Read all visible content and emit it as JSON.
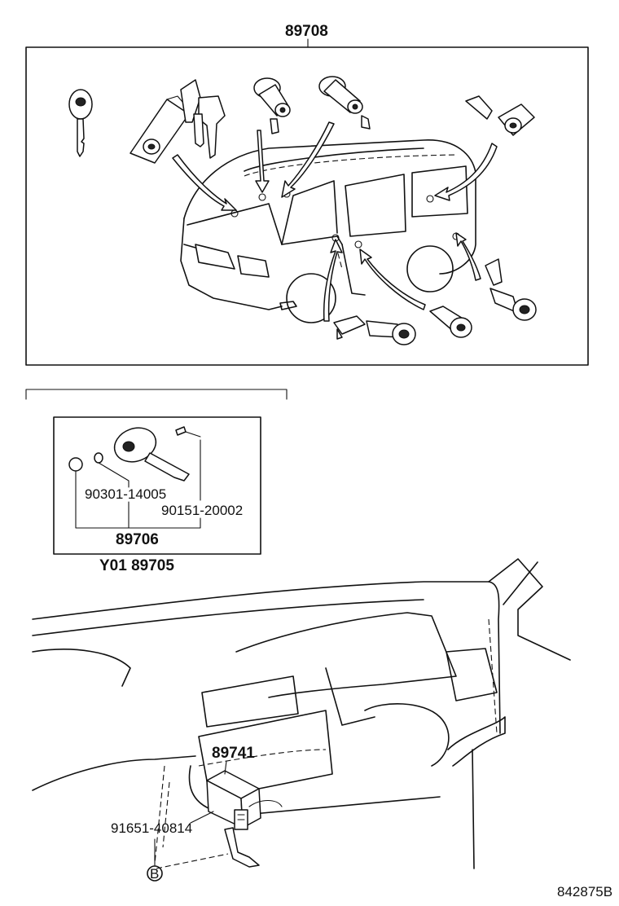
{
  "labels": {
    "key_set": "89708",
    "transponder_key_part_a": "90301-14005",
    "transponder_key_part_b": "90151-20002",
    "transponder_key_assembly": "89706",
    "transponder_key_set": "Y01 89705",
    "amplifier": "89741",
    "bolt": "91651-40814",
    "ref_b": "B",
    "illustration_code": "842875B"
  }
}
